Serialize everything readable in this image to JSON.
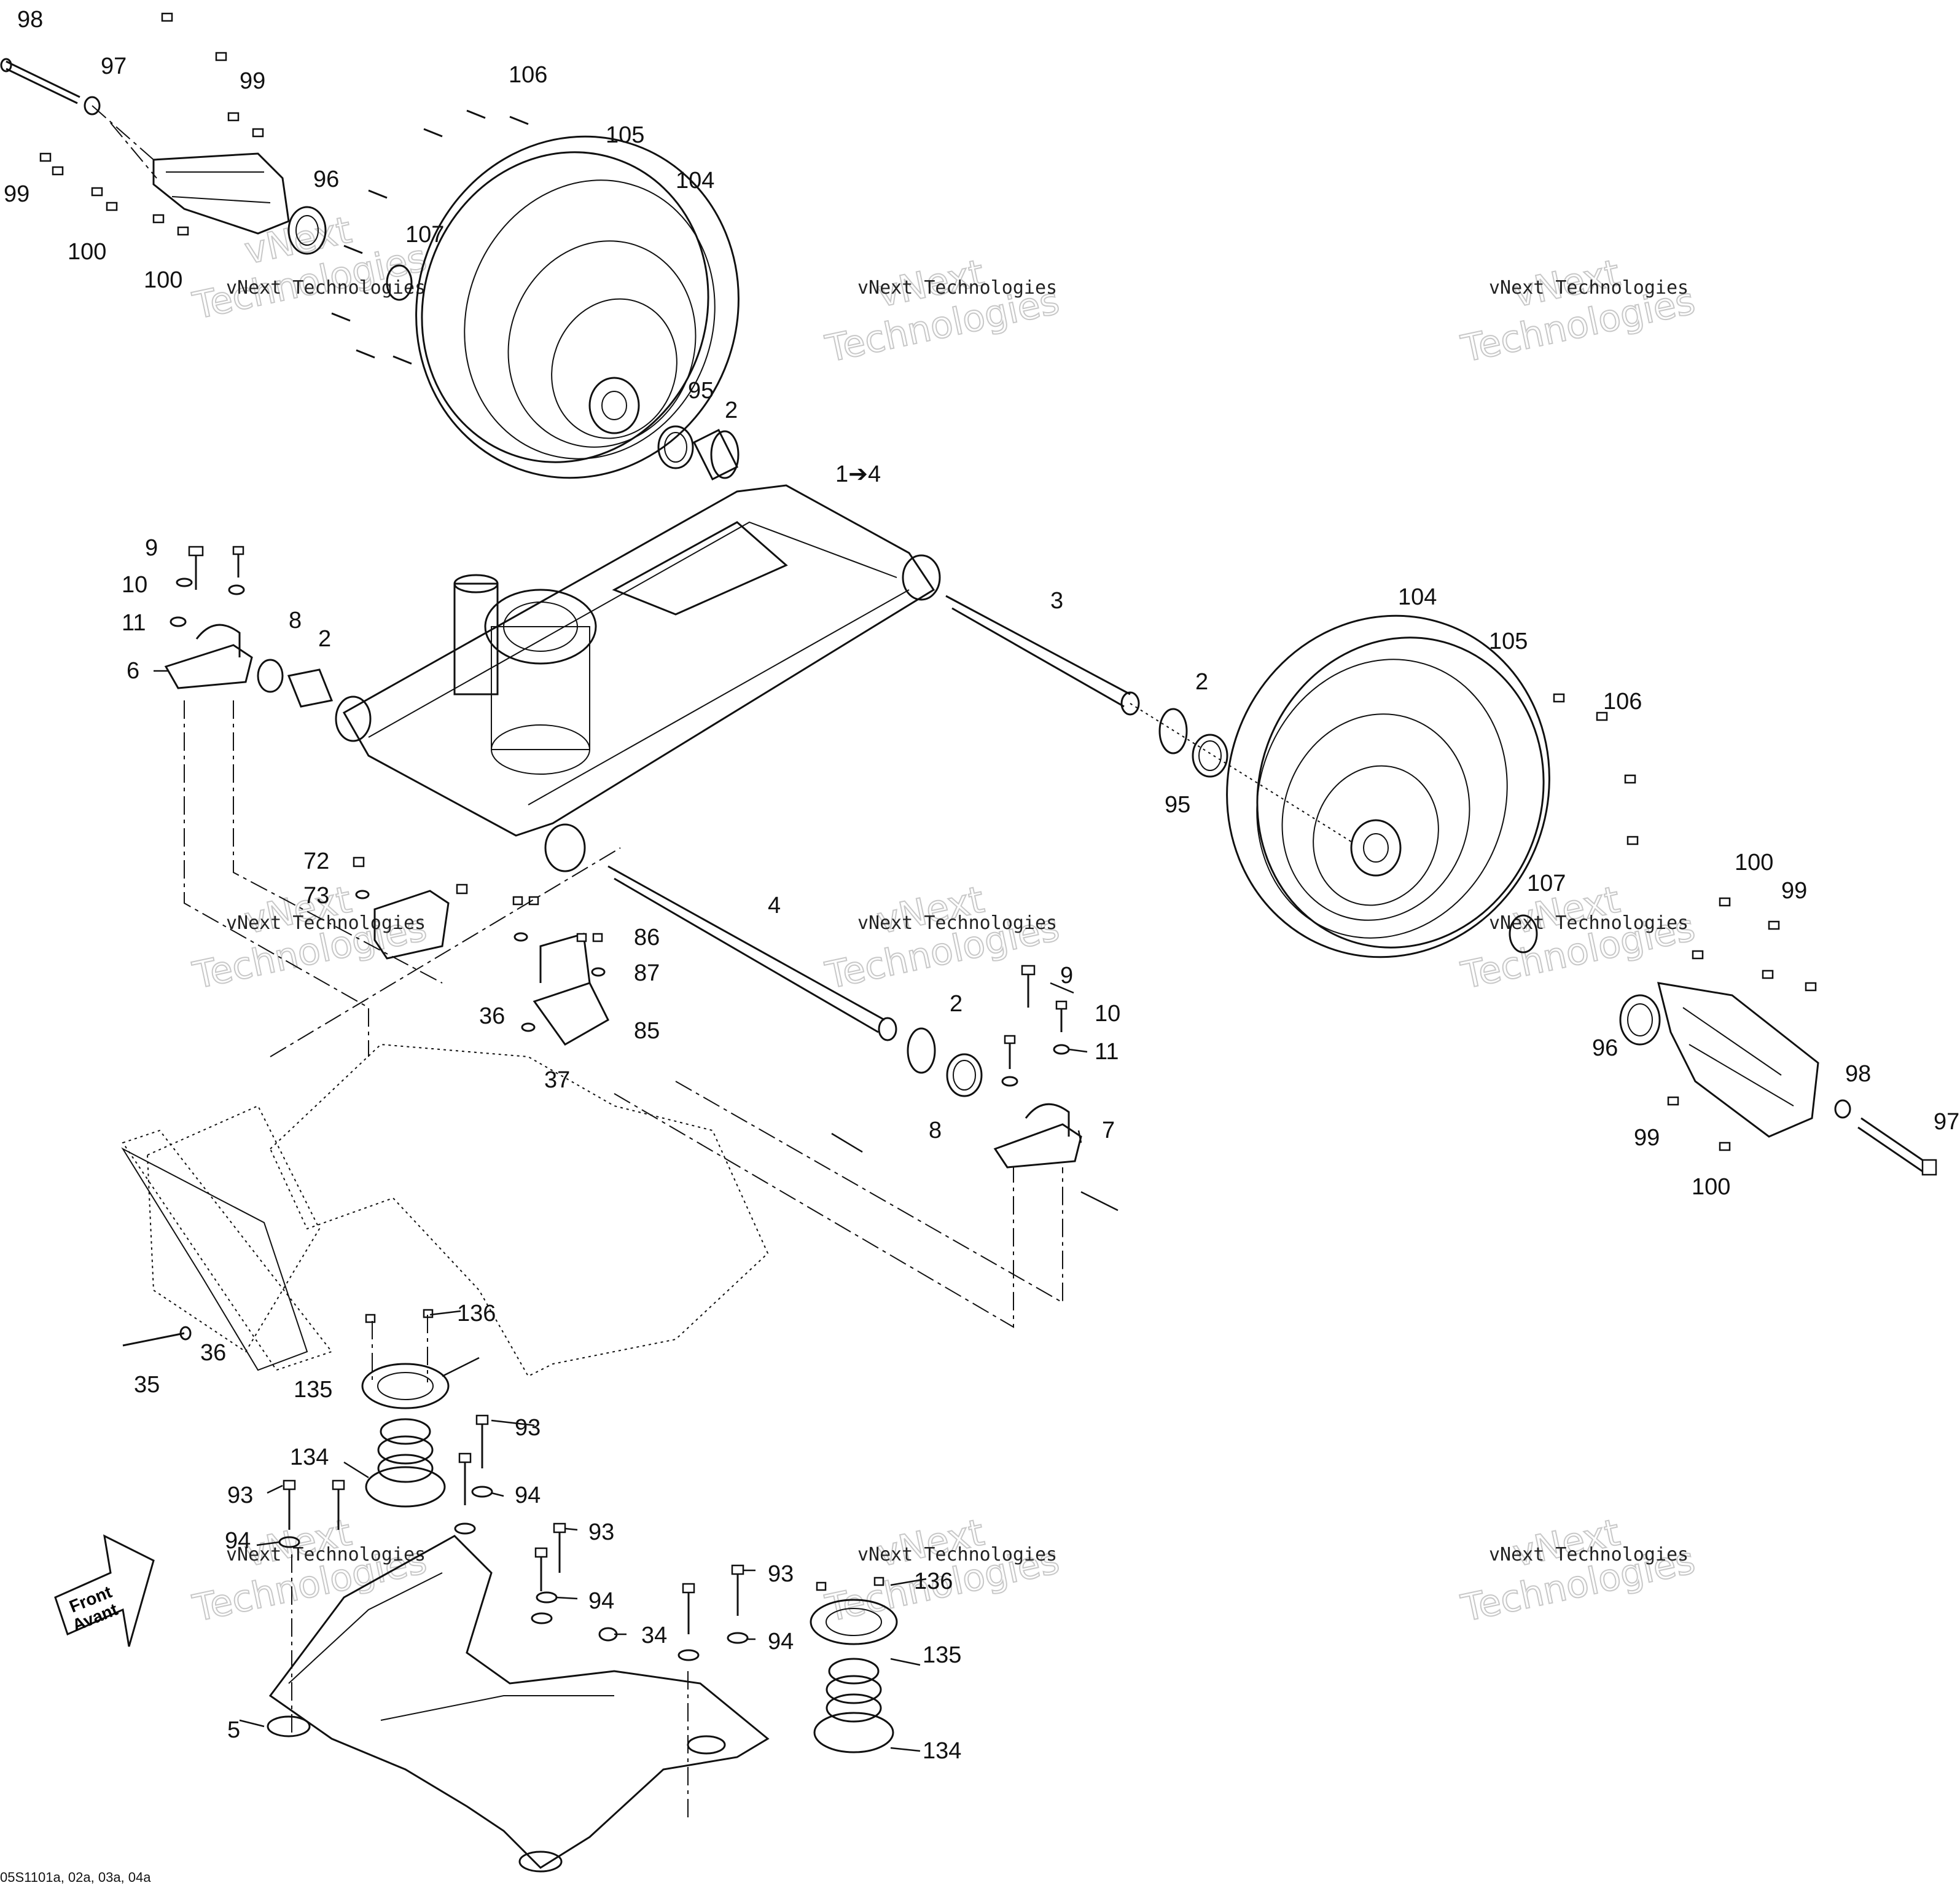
{
  "callouts": [
    {
      "id": "c98a",
      "text": "98"
    },
    {
      "id": "c97a",
      "text": "97"
    },
    {
      "id": "c99a",
      "text": "99"
    },
    {
      "id": "c99b",
      "text": "99"
    },
    {
      "id": "c96a",
      "text": "96"
    },
    {
      "id": "c100a",
      "text": "100"
    },
    {
      "id": "c100b",
      "text": "100"
    },
    {
      "id": "c106a",
      "text": "106"
    },
    {
      "id": "c105a",
      "text": "105"
    },
    {
      "id": "c104a",
      "text": "104"
    },
    {
      "id": "c107a",
      "text": "107"
    },
    {
      "id": "c95a",
      "text": "95"
    },
    {
      "id": "c2a",
      "text": "2"
    },
    {
      "id": "c1to4",
      "text": "1➔4"
    },
    {
      "id": "c9a",
      "text": "9"
    },
    {
      "id": "c10a",
      "text": "10"
    },
    {
      "id": "c11a",
      "text": "11"
    },
    {
      "id": "c6",
      "text": "6"
    },
    {
      "id": "c8a",
      "text": "8"
    },
    {
      "id": "c2b",
      "text": "2"
    },
    {
      "id": "c3",
      "text": "3"
    },
    {
      "id": "c2c",
      "text": "2"
    },
    {
      "id": "c95b",
      "text": "95"
    },
    {
      "id": "c104b",
      "text": "104"
    },
    {
      "id": "c105b",
      "text": "105"
    },
    {
      "id": "c106b",
      "text": "106"
    },
    {
      "id": "c100c",
      "text": "100"
    },
    {
      "id": "c99c",
      "text": "99"
    },
    {
      "id": "c107b",
      "text": "107"
    },
    {
      "id": "c96b",
      "text": "96"
    },
    {
      "id": "c98b",
      "text": "98"
    },
    {
      "id": "c97b",
      "text": "97"
    },
    {
      "id": "c99d",
      "text": "99"
    },
    {
      "id": "c100d",
      "text": "100"
    },
    {
      "id": "c72",
      "text": "72"
    },
    {
      "id": "c73",
      "text": "73"
    },
    {
      "id": "c86",
      "text": "86"
    },
    {
      "id": "c87",
      "text": "87"
    },
    {
      "id": "c85",
      "text": "85"
    },
    {
      "id": "c4",
      "text": "4"
    },
    {
      "id": "c36a",
      "text": "36"
    },
    {
      "id": "c37",
      "text": "37"
    },
    {
      "id": "c9b",
      "text": "9"
    },
    {
      "id": "c10b",
      "text": "10"
    },
    {
      "id": "c11b",
      "text": "11"
    },
    {
      "id": "c2d",
      "text": "2"
    },
    {
      "id": "c8b",
      "text": "8"
    },
    {
      "id": "c7",
      "text": "7"
    },
    {
      "id": "c136a",
      "text": "136"
    },
    {
      "id": "c36b",
      "text": "36"
    },
    {
      "id": "c35",
      "text": "35"
    },
    {
      "id": "c135a",
      "text": "135"
    },
    {
      "id": "c93a",
      "text": "93"
    },
    {
      "id": "c134a",
      "text": "134"
    },
    {
      "id": "c94a",
      "text": "94"
    },
    {
      "id": "c93b",
      "text": "93"
    },
    {
      "id": "c94b",
      "text": "94"
    },
    {
      "id": "c93c",
      "text": "93"
    },
    {
      "id": "c94c",
      "text": "94"
    },
    {
      "id": "c34",
      "text": "34"
    },
    {
      "id": "c93d",
      "text": "93"
    },
    {
      "id": "c94d",
      "text": "94"
    },
    {
      "id": "c136b",
      "text": "136"
    },
    {
      "id": "c135b",
      "text": "135"
    },
    {
      "id": "c5",
      "text": "5"
    },
    {
      "id": "c134b",
      "text": "134"
    }
  ],
  "watermark": {
    "line1": "vNext",
    "line2": "Technologies",
    "small": "vNext Technologies"
  },
  "front_arrow": {
    "line1": "Front",
    "line2": "Avant"
  },
  "doc_code": "05S1101a, 02a, 03a, 04a"
}
